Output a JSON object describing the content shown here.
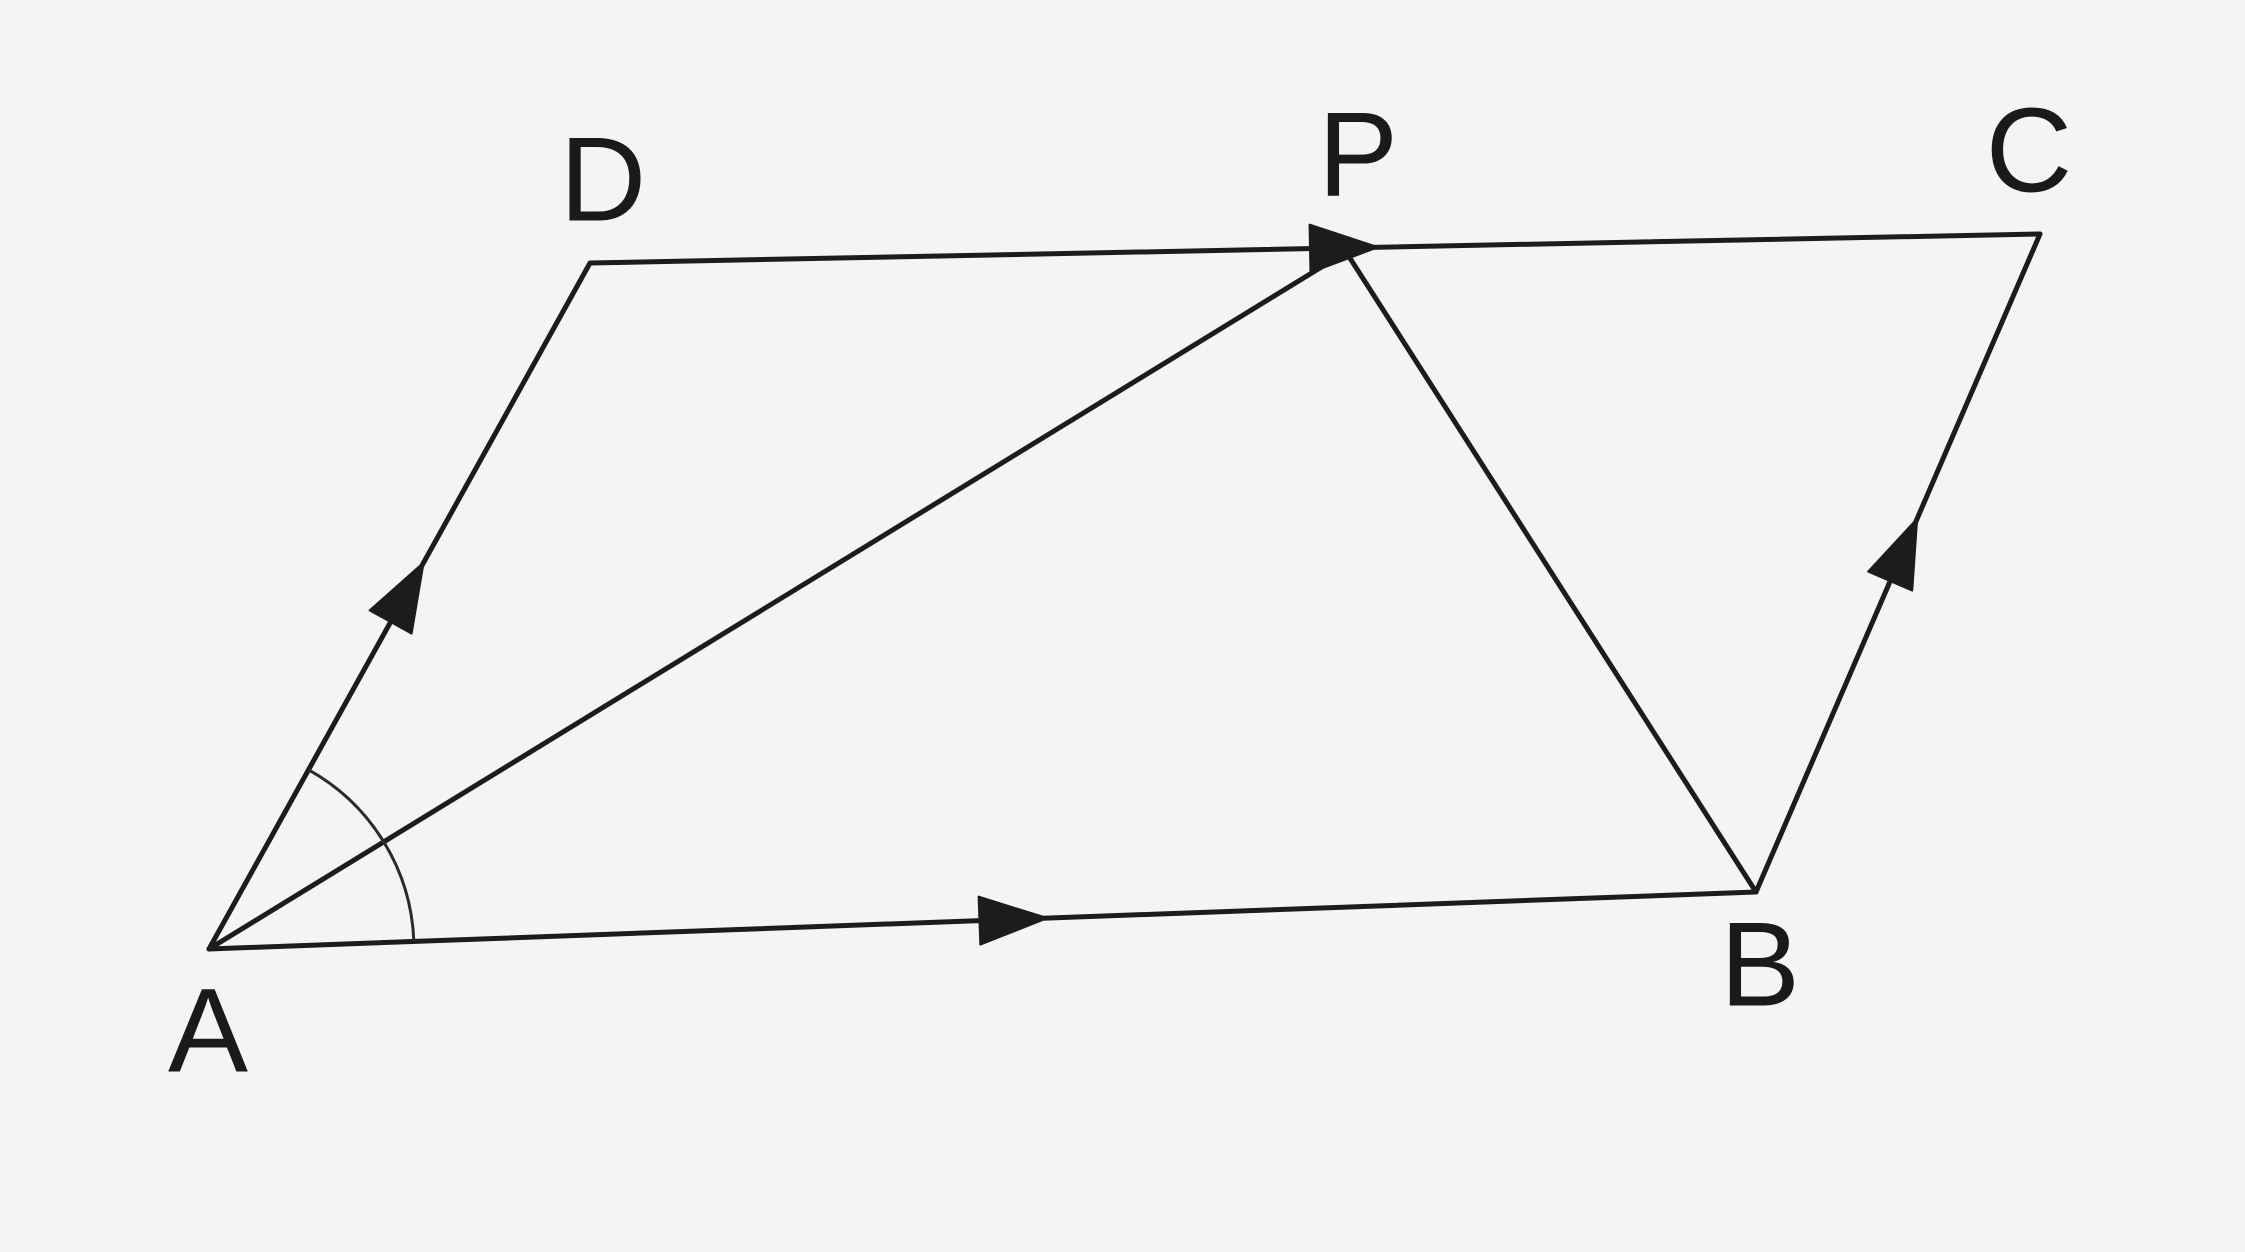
{
  "diagram": {
    "labels": {
      "A": "A",
      "B": "B",
      "C": "C",
      "D": "D",
      "P": "P"
    },
    "edges": [
      {
        "from": "A",
        "to": "B",
        "arrow": true
      },
      {
        "from": "A",
        "to": "D",
        "arrow": true
      },
      {
        "from": "D",
        "to": "C",
        "arrow": true
      },
      {
        "from": "B",
        "to": "C",
        "arrow": true
      },
      {
        "from": "A",
        "to": "P",
        "arrow": false
      },
      {
        "from": "P",
        "to": "B",
        "arrow": false
      }
    ],
    "angle_marks": [
      {
        "vertex": "A",
        "between": [
          "B",
          "D"
        ]
      }
    ],
    "colors": {
      "ink": "#1c1c1c",
      "paper": "#f4f4f2"
    }
  }
}
